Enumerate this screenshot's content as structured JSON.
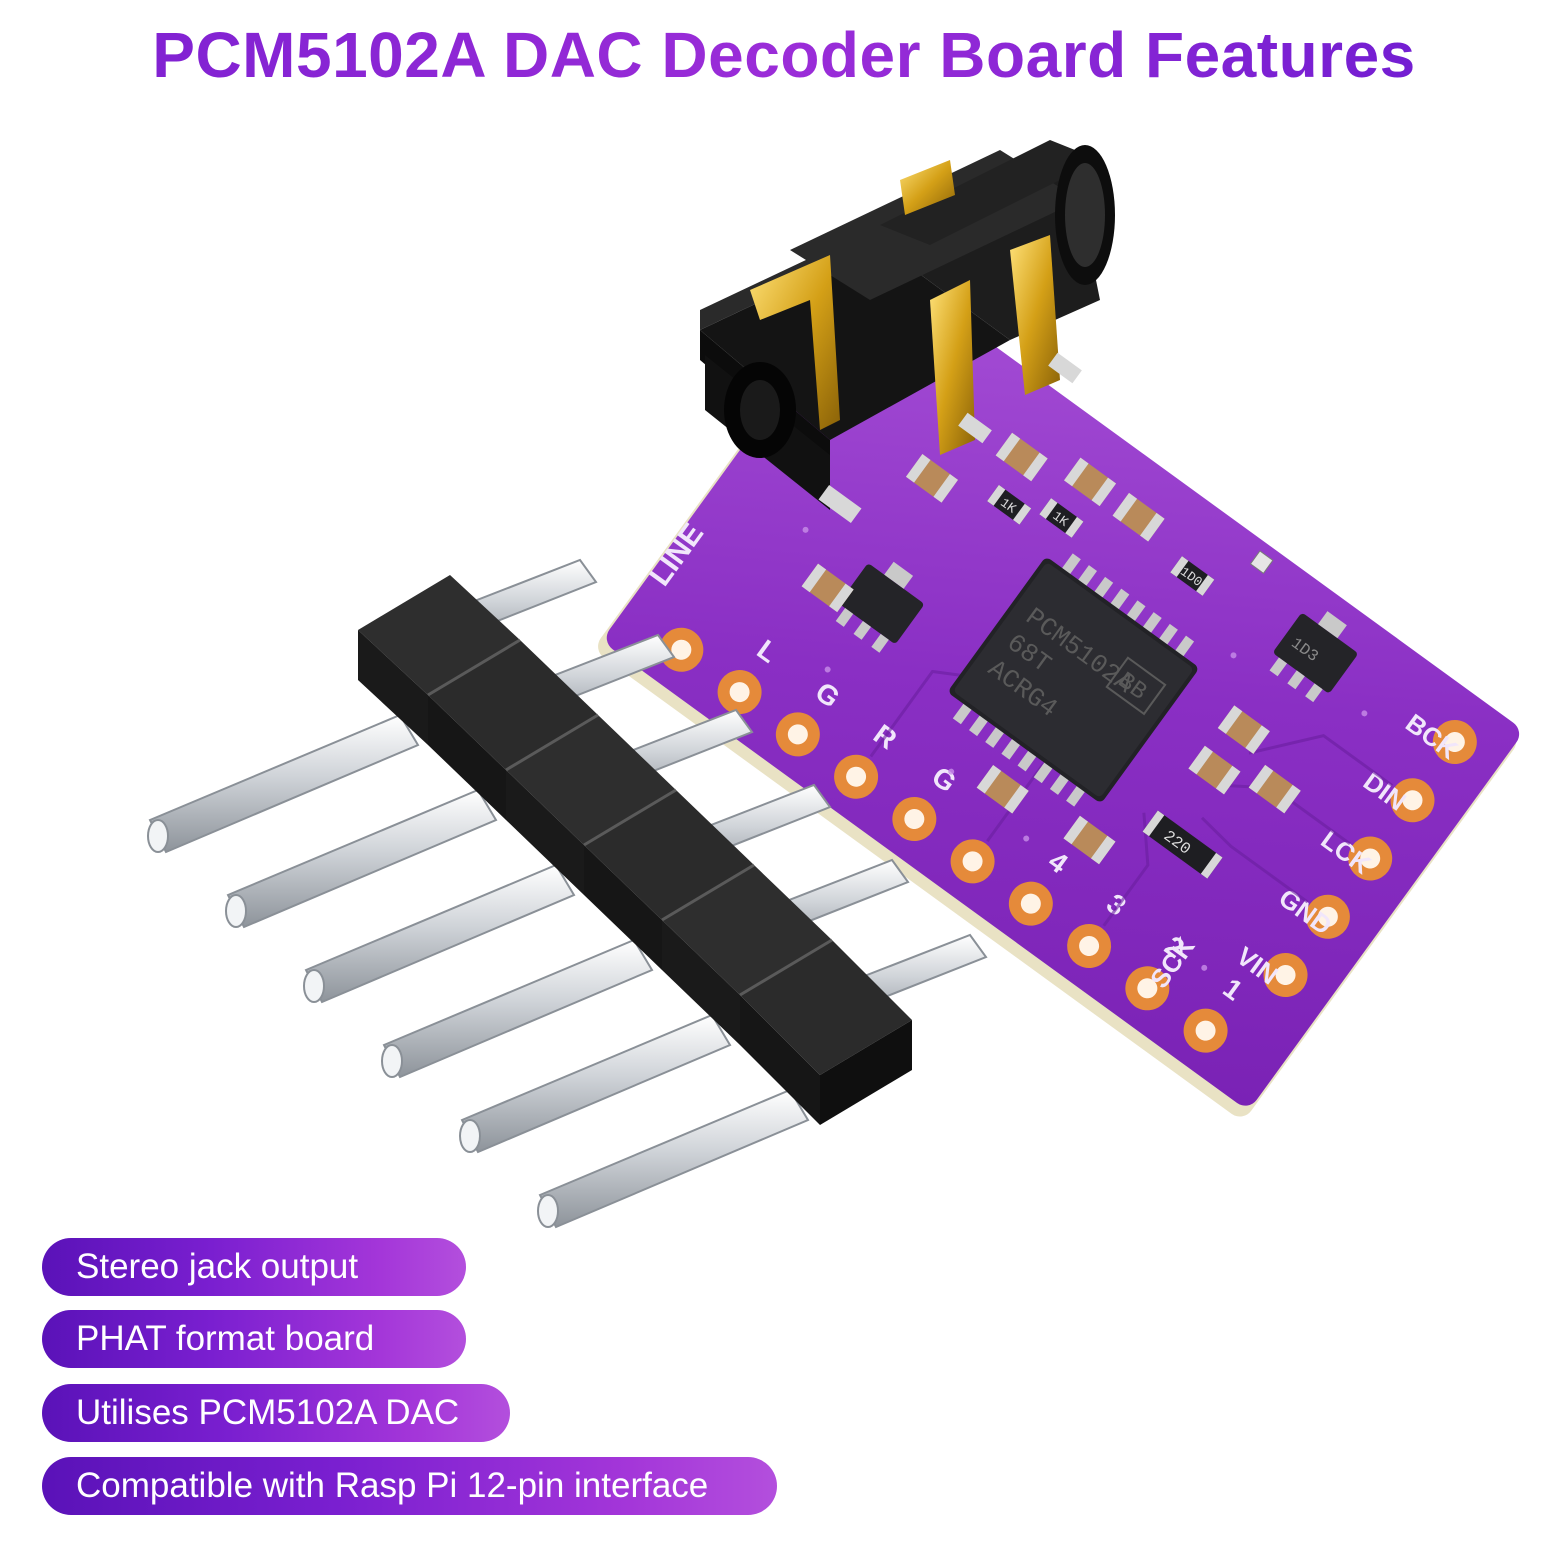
{
  "title": "PCM5102A DAC Decoder Board Features",
  "features": [
    "Stereo jack output",
    "PHAT format board",
    "Utilises PCM5102A DAC",
    "Compatible with Rasp Pi 12-pin interface"
  ],
  "board": {
    "left_labels": [
      "LINE",
      "L",
      "G",
      "R",
      "G",
      "4",
      "3",
      "2",
      "1"
    ],
    "right_labels": [
      "SCK",
      "BCK",
      "DIN",
      "LCK",
      "GND",
      "VIN"
    ],
    "chip_lines": [
      "PCM5102A",
      "68T",
      "ACRG4"
    ],
    "chip_logo": "BB",
    "resistor_marks": [
      "220",
      "1D0",
      "1K",
      "1K",
      "1D3"
    ]
  },
  "colors": {
    "title": "#8a25d6",
    "pill_start": "#5a12b8",
    "pill_end": "#b34fdd",
    "pcb": "#8a2fc4",
    "pad": "#e58a3a",
    "jack": "#1c1c1c",
    "gold": "#d4a017"
  },
  "icons": [
    "pin-header-icon",
    "audio-jack-icon",
    "dac-chip-icon"
  ]
}
